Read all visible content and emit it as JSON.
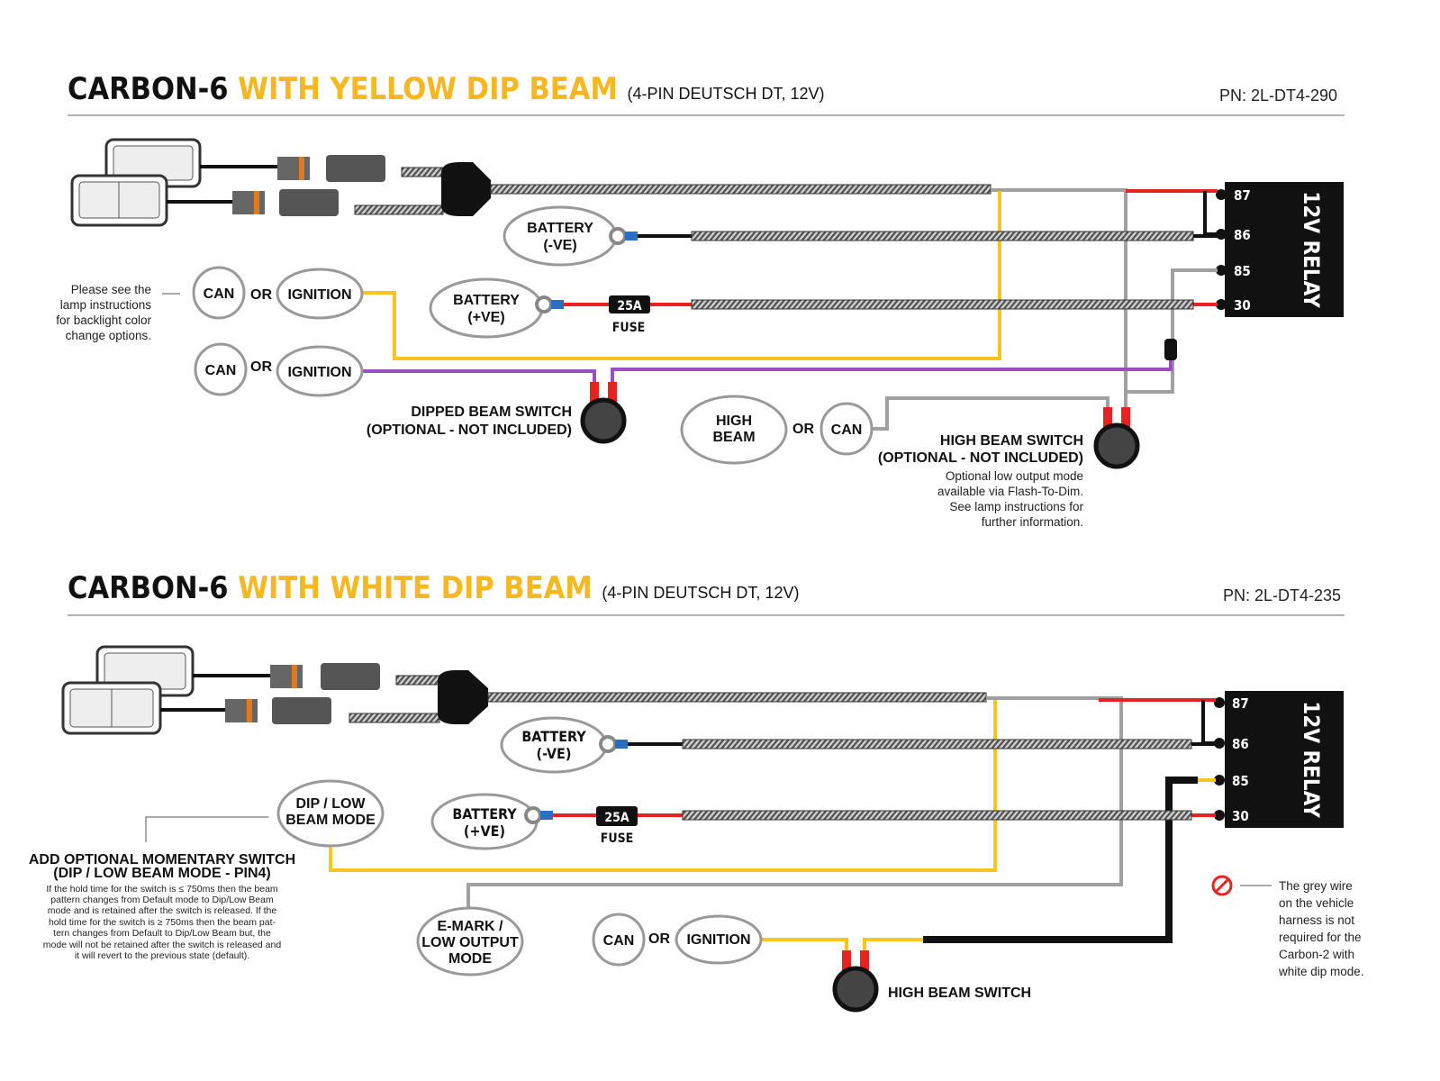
{
  "colors": {
    "yellow": "#f7c51c",
    "title_yellow": "#f5b820",
    "purple": "#9b4fc3",
    "grey": "#a0a0a0",
    "red": "#e8231f",
    "black": "#111111",
    "blue": "#2b6fc4"
  },
  "top": {
    "title_main": "CARBON-6",
    "title_accent": "WITH YELLOW DIP BEAM",
    "title_sub": "(4-PIN DEUTSCH DT, 12V)",
    "pn": "PN: 2L-DT4-290",
    "relay_label": "12V RELAY",
    "pins": [
      "87",
      "86",
      "85",
      "30"
    ],
    "battery_neg": [
      "BATTERY",
      "(-VE)"
    ],
    "battery_pos": [
      "BATTERY",
      "(+VE)"
    ],
    "fuse_value": "25A",
    "fuse_label": "FUSE",
    "can": "CAN",
    "or": "OR",
    "ignition": "IGNITION",
    "note": [
      "Please see the",
      "lamp instructions",
      "for backlight color",
      "change options."
    ],
    "dipped_switch": "DIPPED BEAM SWITCH",
    "dipped_switch_sub": "(OPTIONAL  - NOT INCLUDED)",
    "high_beam": [
      "HIGH",
      "BEAM"
    ],
    "high_switch": "HIGH BEAM SWITCH",
    "high_switch_sub": "(OPTIONAL  - NOT INCLUDED)",
    "high_note": [
      "Optional low output mode",
      "available via Flash-To-Dim.",
      "See lamp instructions for",
      "further information."
    ]
  },
  "bottom": {
    "title_main": "CARBON-6",
    "title_accent": "WITH WHITE DIP BEAM",
    "title_sub": "(4-PIN DEUTSCH DT, 12V)",
    "pn": "PN: 2L-DT4-235",
    "relay_label": "12V RELAY",
    "pins": [
      "87",
      "86",
      "85",
      "30"
    ],
    "battery_neg": [
      "BATTERY",
      "(-VE)"
    ],
    "battery_pos": [
      "BATTERY",
      "(+VE)"
    ],
    "fuse_value": "25A",
    "fuse_label": "FUSE",
    "dip_mode": [
      "DIP / LOW",
      "BEAM MODE"
    ],
    "emark": [
      "E-MARK /",
      "LOW OUTPUT",
      "MODE"
    ],
    "can": "CAN",
    "or": "OR",
    "ignition": "IGNITION",
    "high_switch": "HIGH BEAM SWITCH",
    "momentary_title": "ADD OPTIONAL MOMENTARY SWITCH",
    "momentary_sub": "(DIP / LOW BEAM MODE - PIN4)",
    "momentary_text": [
      "If the hold time for the switch is ≤ 750ms then the beam",
      "pattern changes from Default mode to Dip/Low Beam",
      "mode and is retained after the switch is released.  If the",
      "hold time for the switch is ≥ 750ms then the beam pat-",
      "tern changes from Default to Dip/Low Beam but, the",
      "mode will not be retained after the switch is released and",
      "it will revert to the previous state (default)."
    ],
    "grey_note": [
      "The grey wire",
      "on the vehicle",
      "harness is not",
      "required for the",
      "Carbon-2 with",
      "white dip mode."
    ],
    "no_icon": "prohibited-icon"
  }
}
